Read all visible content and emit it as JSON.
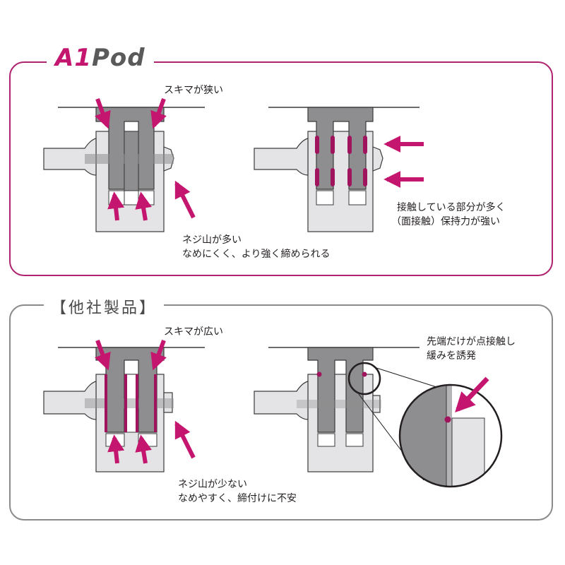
{
  "colors": {
    "accent": "#c4166e",
    "frame_top": "#b0246f",
    "frame_bottom": "#8a8a8a",
    "mount_gray": "#8e8e90",
    "light_gray": "#e4e4e6",
    "outline": "#3a3a3a"
  },
  "top_section": {
    "brand_prefix": "A1",
    "brand_suffix": "Pod",
    "label_gap": "スキマが狭い",
    "label_thread_1": "ネジ山が多い",
    "label_thread_2": "なめにくく、より強く締められる",
    "label_contact_1": "接触している部分が多く",
    "label_contact_2": "（面接触）保持力が強い"
  },
  "bottom_section": {
    "title": "【他社製品】",
    "label_gap": "スキマが広い",
    "label_thread_1": "ネジ山が少ない",
    "label_thread_2": "なめやすく、締付けに不安",
    "label_point_1": "先端だけが点接触し",
    "label_point_2": "緩みを誘発"
  }
}
